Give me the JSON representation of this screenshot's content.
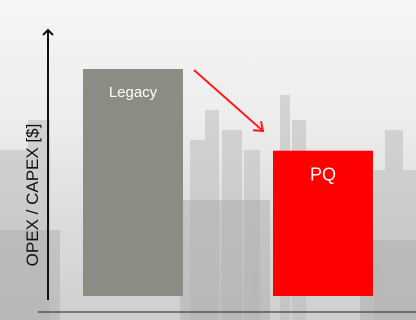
{
  "chart_data": {
    "type": "bar",
    "categories": [
      "Legacy",
      "PQ"
    ],
    "values": [
      100,
      64
    ],
    "ylabel": "OPEX / CAPEX [$]",
    "ylim": [
      0,
      100
    ],
    "colors": [
      "#8c8c84",
      "#ff0000"
    ],
    "arrow_color": "#ff1a1a",
    "axis_color": "#111111"
  }
}
